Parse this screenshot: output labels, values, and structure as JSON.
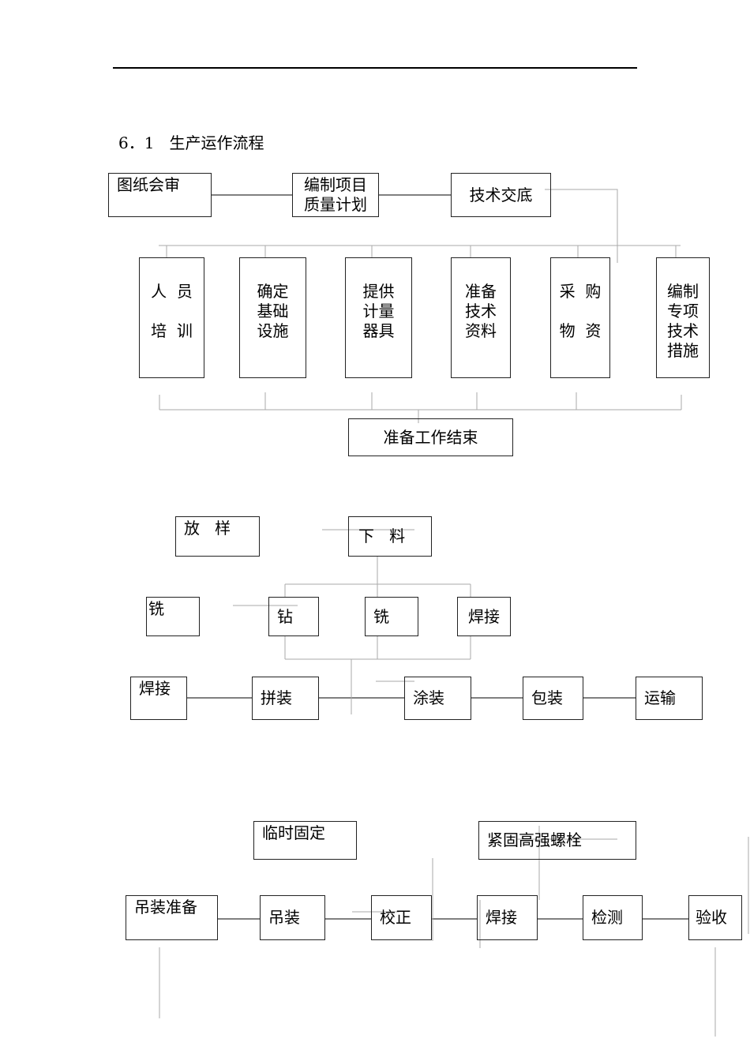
{
  "section": {
    "number": "6．1",
    "title": "生产运作流程"
  },
  "prep": {
    "top": [
      {
        "id": "drawing-review",
        "lines": [
          "图纸会审"
        ]
      },
      {
        "id": "quality-plan",
        "lines": [
          "编制项目",
          "质量计划"
        ]
      },
      {
        "id": "tech-briefing",
        "lines": [
          "技术交底"
        ]
      }
    ],
    "tasks": [
      {
        "id": "staff-training",
        "lines": [
          "人  员",
          "培  训"
        ]
      },
      {
        "id": "base-facilities",
        "lines": [
          "确定",
          "基础",
          "设施"
        ]
      },
      {
        "id": "measuring-tools",
        "lines": [
          "提供",
          "计量",
          "器具"
        ]
      },
      {
        "id": "tech-docs",
        "lines": [
          "准备",
          "技术",
          "资料"
        ]
      },
      {
        "id": "purchase",
        "lines": [
          "采  购",
          "物  资"
        ]
      },
      {
        "id": "special-measures",
        "lines": [
          "编制",
          "专项",
          "技术",
          "措施"
        ]
      }
    ],
    "end": {
      "id": "prep-end",
      "lines": [
        "准备工作结束"
      ]
    }
  },
  "fabrication": {
    "layout": {
      "id": "layout",
      "lines": [
        "放   样"
      ]
    },
    "cutting": {
      "id": "cutting",
      "lines": [
        "下   料"
      ]
    },
    "milling_side": {
      "id": "milling-side",
      "lines": [
        "铣"
      ]
    },
    "drilling": {
      "id": "drilling",
      "lines": [
        "钻"
      ]
    },
    "milling": {
      "id": "milling",
      "lines": [
        "铣"
      ]
    },
    "welding": {
      "id": "welding",
      "lines": [
        "焊接"
      ]
    },
    "chain": [
      {
        "id": "fab-welding",
        "lines": [
          "焊接"
        ]
      },
      {
        "id": "assembly",
        "lines": [
          "拼装"
        ]
      },
      {
        "id": "coating",
        "lines": [
          "涂装"
        ]
      },
      {
        "id": "packing",
        "lines": [
          "包装"
        ]
      },
      {
        "id": "transport",
        "lines": [
          "运输"
        ]
      }
    ]
  },
  "erection": {
    "temp_fix": {
      "id": "temp-fix",
      "lines": [
        "临时固定"
      ]
    },
    "bolt_tighten": {
      "id": "bolt-tighten",
      "lines": [
        "紧固高强螺栓"
      ]
    },
    "chain": [
      {
        "id": "lift-prep",
        "lines": [
          "吊装准备"
        ]
      },
      {
        "id": "lifting",
        "lines": [
          "吊装"
        ]
      },
      {
        "id": "alignment",
        "lines": [
          "校正"
        ]
      },
      {
        "id": "site-welding",
        "lines": [
          "焊接"
        ]
      },
      {
        "id": "inspection",
        "lines": [
          "检测"
        ]
      },
      {
        "id": "acceptance",
        "lines": [
          "验收"
        ]
      }
    ]
  }
}
